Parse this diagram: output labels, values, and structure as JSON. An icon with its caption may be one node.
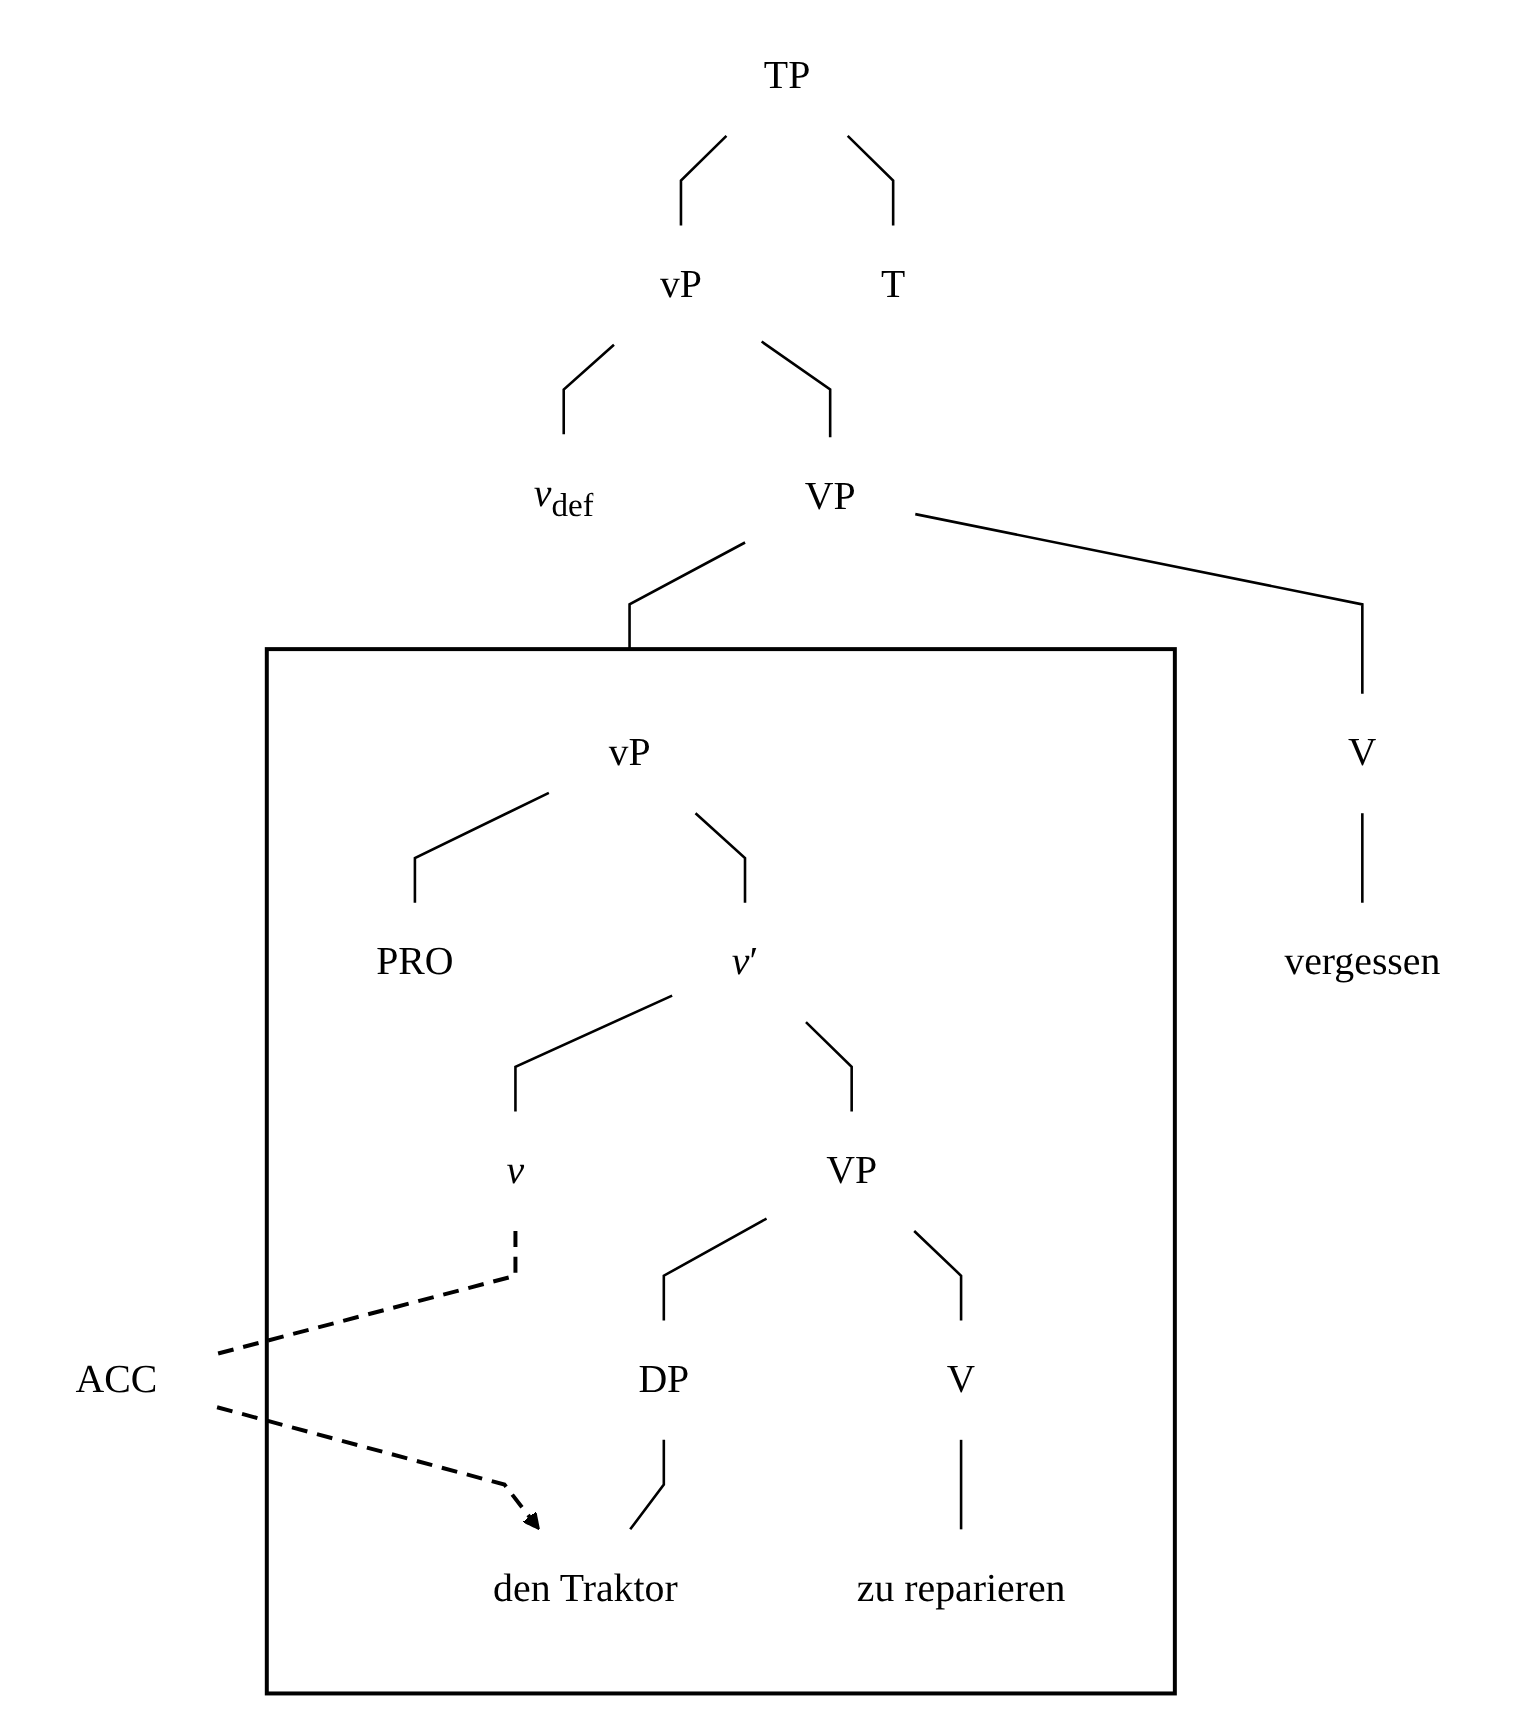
{
  "diagram": {
    "nodes": [
      {
        "text": [
          "TP"
        ]
      },
      {
        "text": [
          "vP"
        ]
      },
      {
        "text": [
          "T"
        ]
      },
      {
        "text": [
          "*v*$_{def}$"
        ]
      },
      {
        "text": [
          "VP"
        ]
      },
      {
        "text": [],
        "shape": "box"
      },
      {
        "text": [
          "vP"
        ],
        "in": 5
      },
      {
        "text": [
          "V"
        ]
      },
      {
        "text": [
          "vergessen"
        ]
      },
      {
        "text": [
          "PRO"
        ],
        "in": 5
      },
      {
        "text": [
          "*v*′"
        ],
        "in": 5
      },
      {
        "text": [
          "VP"
        ],
        "in": 5
      },
      {
        "text": [
          "*v*"
        ],
        "in": 5
      },
      {
        "text": [
          "DP"
        ],
        "in": 5
      },
      {
        "text": [
          "V"
        ],
        "in": 5
      },
      {
        "text": [
          "den Traktor"
        ],
        "in": 5
      },
      {
        "text": [
          "zu reparieren"
        ],
        "in": 5
      },
      {
        "text": [
          "ACC"
        ]
      }
    ],
    "edges": [
      {
        "from": 0,
        "to": 1,
        "arrow": "none"
      },
      {
        "from": 0,
        "to": 2,
        "arrow": "none"
      },
      {
        "from": 1,
        "to": 3,
        "arrow": "none"
      },
      {
        "from": 1,
        "to": 4,
        "arrow": "none"
      },
      {
        "from": 4,
        "to": 5,
        "arrow": "none"
      },
      {
        "from": 4,
        "to": 7,
        "arrow": "none"
      },
      {
        "from": 7,
        "to": 8,
        "arrow": "none"
      },
      {
        "from": 6,
        "to": 9,
        "arrow": "none"
      },
      {
        "from": 6,
        "to": 10,
        "arrow": "none"
      },
      {
        "from": 10,
        "to": 11,
        "arrow": "none"
      },
      {
        "from": 10,
        "to": 12,
        "arrow": "none"
      },
      {
        "from": 11,
        "to": 13,
        "arrow": "none"
      },
      {
        "from": 11,
        "to": 14,
        "arrow": "none"
      },
      {
        "from": 13,
        "to": 15,
        "arrow": "none"
      },
      {
        "from": 14,
        "to": 16,
        "arrow": "none"
      },
      {
        "from": 12,
        "to": 17,
        "arrow": "none",
        "style": "dashed"
      },
      {
        "from": 17,
        "to": 15,
        "arrow": "to",
        "style": "dashed"
      }
    ]
  }
}
